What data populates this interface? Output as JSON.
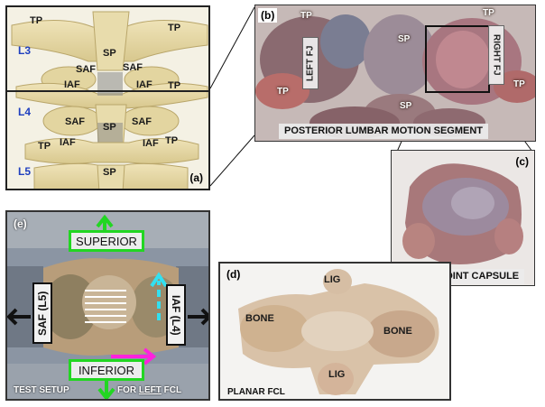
{
  "panel_a": {
    "tag": "(a)",
    "levels": [
      "L3",
      "L4",
      "L5"
    ],
    "labels": {
      "tp1": "TP",
      "tp2": "TP",
      "sp1": "SP",
      "saf1": "SAF",
      "saf2": "SAF",
      "iaf1": "IAF",
      "iaf2": "IAF",
      "tp3": "TP",
      "saf3": "SAF",
      "sp2": "SP",
      "saf4": "SAF",
      "tp4": "TP",
      "iaf3": "IAF",
      "iaf4": "IAF",
      "tp5": "TP",
      "sp3": "SP"
    }
  },
  "panel_b": {
    "tag": "(b)",
    "labels": {
      "tp1": "TP",
      "tp2": "TP",
      "tp3": "TP",
      "tp4": "TP",
      "sp1": "SP",
      "sp2": "SP"
    },
    "left_fj": "LEFT FJ",
    "right_fj": "RIGHT FJ",
    "caption": "POSTERIOR LUMBAR MOTION SEGMENT"
  },
  "panel_c": {
    "tag": "(c)",
    "caption": "FACET JOINT CAPSULE"
  },
  "panel_d": {
    "tag": "(d)",
    "labels": {
      "lig1": "LIG",
      "bone1": "BONE",
      "bone2": "BONE",
      "lig2": "LIG"
    },
    "caption": "PLANAR  FCL"
  },
  "panel_e": {
    "tag": "(e)",
    "superior": "SUPERIOR",
    "inferior": "INFERIOR",
    "saf": "SAF (L5)",
    "iaf": "IAF (L4)",
    "caption_left": "TEST SETUP",
    "caption_for": "FOR ",
    "caption_left_u": "LEFT",
    "caption_fcl": " FCL"
  },
  "colors": {
    "level_blue": "#1f3fbf",
    "arrow_green": "#22d622",
    "arrow_cyan": "#33e0f0",
    "arrow_magenta": "#ff22dd"
  }
}
